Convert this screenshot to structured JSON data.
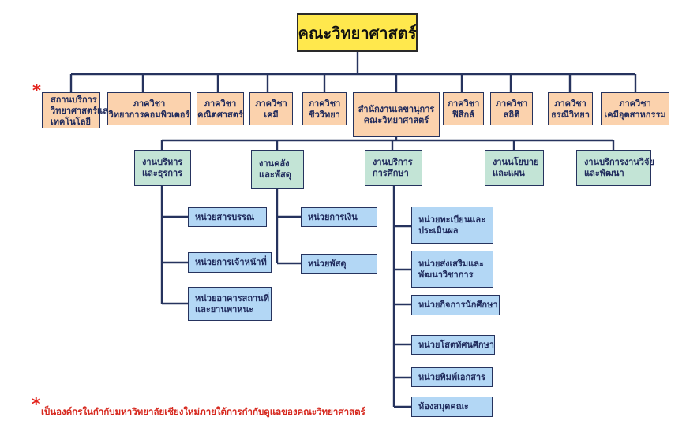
{
  "root": "คณะวิทยาศาสตร์",
  "star_symbol": "*",
  "departments": [
    [
      "สถานบริการ",
      "วิทยาศาสตร์และ",
      "เทคโนโลยี"
    ],
    [
      "ภาควิชา",
      "วิทยาการคอมพิวเตอร์"
    ],
    [
      "ภาควิชา",
      "คณิตศาสตร์"
    ],
    [
      "ภาควิชา",
      "เคมี"
    ],
    [
      "ภาควิชา",
      "ชีววิทยา"
    ],
    [
      "สำนักงานเลขานุการ",
      "คณะวิทยาศาสตร์"
    ],
    [
      "ภาควิชา",
      "ฟิสิกส์"
    ],
    [
      "ภาควิชา",
      "สถิติ"
    ],
    [
      "ภาควิชา",
      "ธรณีวิทยา"
    ],
    [
      "ภาควิชา",
      "เคมีอุตสาหกรรม"
    ]
  ],
  "divisions": [
    [
      "งานบริหาร",
      "และธุรการ"
    ],
    [
      "งานคลัง",
      "และพัสดุ"
    ],
    [
      "งานบริการ",
      "การศึกษา"
    ],
    [
      "งานนโยบาย",
      "และแผน"
    ],
    [
      "งานบริการงานวิจัย",
      "และพัฒนา"
    ]
  ],
  "units": [
    [
      "หน่วยสารบรรณ"
    ],
    [
      "หน่วยการเจ้าหน้าที่"
    ],
    [
      "หน่วยอาคารสถานที่",
      "และยานพาหนะ"
    ],
    [
      "หน่วยการเงิน"
    ],
    [
      "หน่วยพัสดุ"
    ],
    [
      "หน่วยทะเบียนและ",
      "ประเมินผล"
    ],
    [
      "หน่วยส่งเสริมและ",
      "พัฒนาวิชาการ"
    ],
    [
      "หน่วยกิจการนักศึกษา"
    ],
    [
      "หน่วยโสตทัศนศึกษา"
    ],
    [
      "หน่วยพิมพ์เอกสาร"
    ],
    [
      "ห้องสมุดคณะ"
    ]
  ],
  "footnote": "เป็นองค์กรในกำกับมหาวิทยาลัยเชียงใหม่ภายใต้การกำกับดูแลของคณะวิทยาศาสตร์"
}
